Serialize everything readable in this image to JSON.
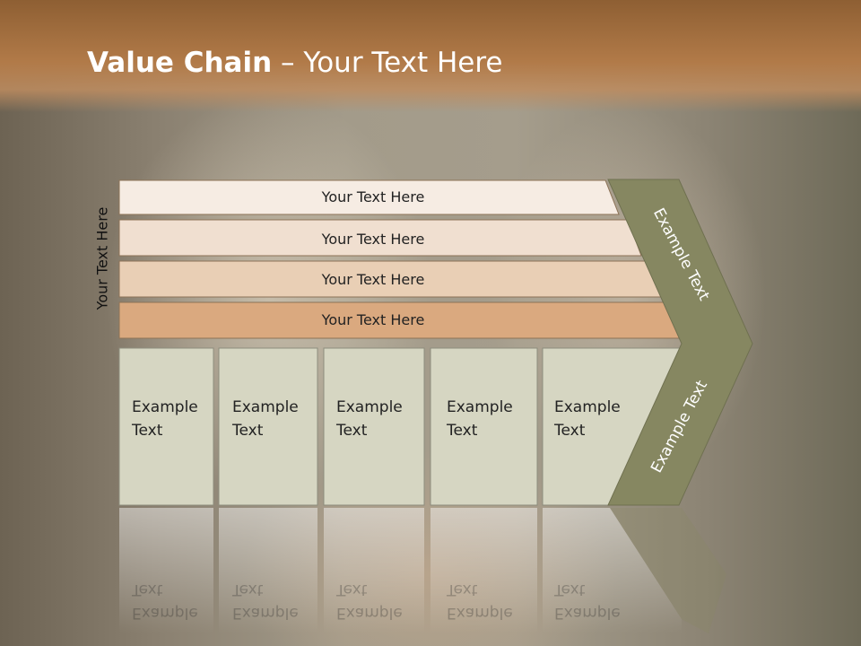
{
  "title": {
    "bold": "Value Chain",
    "rest": " – Your Text Here"
  },
  "side_label": "Your Text Here",
  "bars": [
    {
      "label": "Your Text Here",
      "color": "#f6ece3"
    },
    {
      "label": "Your Text Here",
      "color": "#f0dfd0"
    },
    {
      "label": "Your Text Here",
      "color": "#e9cfb5"
    },
    {
      "label": "Your Text Here",
      "color": "#daa97f"
    }
  ],
  "boxes": [
    {
      "line1": "Example",
      "line2": "Text"
    },
    {
      "line1": "Example",
      "line2": "Text"
    },
    {
      "line1": "Example",
      "line2": "Text"
    },
    {
      "line1": "Example",
      "line2": "Text"
    },
    {
      "line1": "Example",
      "line2": "Text"
    }
  ],
  "chevron_top_label": "Example Text",
  "chevron_bottom_label": "Example Text",
  "colors": {
    "box": "#d6d6c2",
    "chevron": "#868761",
    "header": "#a26f41"
  }
}
